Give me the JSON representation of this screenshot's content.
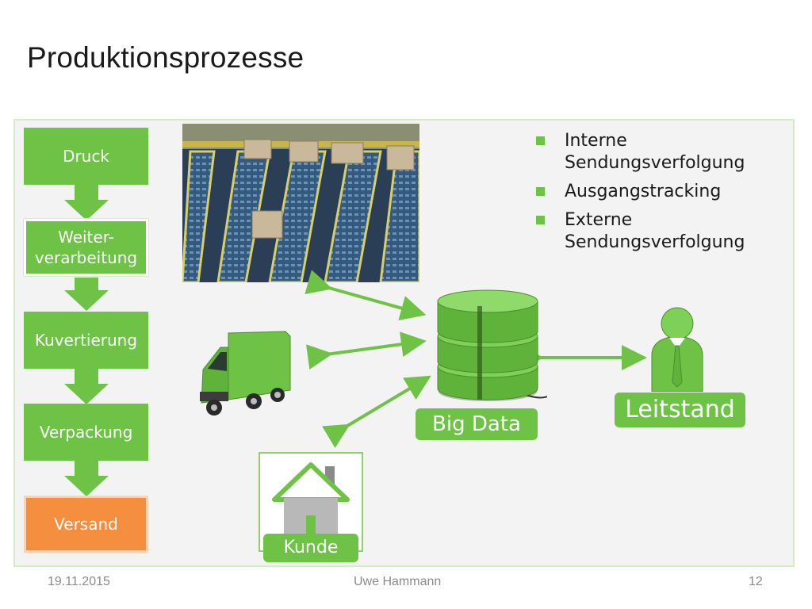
{
  "title": "Produktionsprozesse",
  "steps": [
    "Druck",
    "Weiter-\nverarbeitung",
    "Kuvertierung",
    "Verpackung",
    "Versand"
  ],
  "bullets": [
    "Interne\nSendungsverfolgung",
    "Ausgangstracking",
    "Externe\nSendungsverfolgung"
  ],
  "labels": {
    "bigdata": "Big Data",
    "leitstand": "Leitstand",
    "kunde": "Kunde"
  },
  "footer": {
    "date": "19.11.2015",
    "author": "Uwe Hammann",
    "page": "12"
  },
  "colors": {
    "green": "#6ec246",
    "orange": "#f58f3f"
  }
}
